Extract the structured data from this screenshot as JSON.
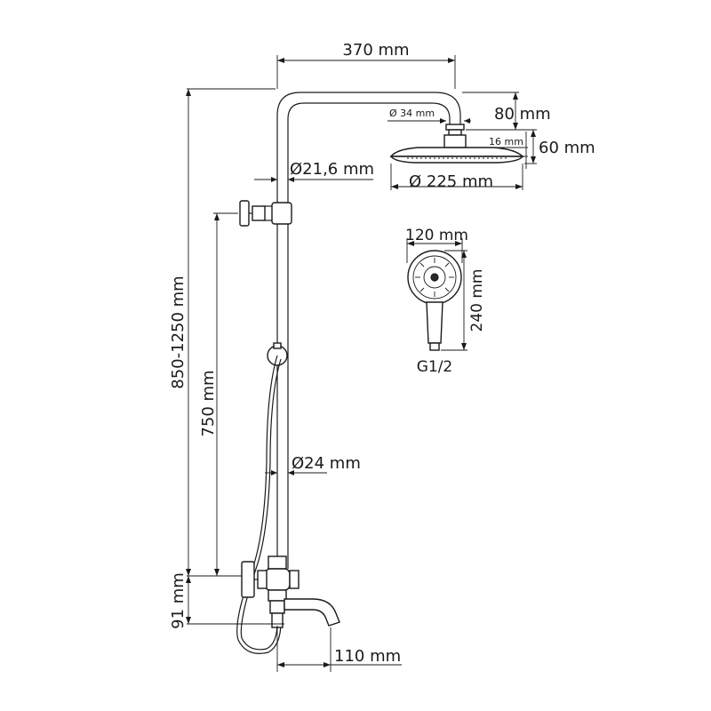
{
  "dimensions": {
    "top_width": "370 mm",
    "head_drop": "80 mm",
    "connector_diameter": "Ø 34 mm",
    "head_thickness": "16 mm",
    "head_height": "60 mm",
    "upper_pipe_diameter": "Ø21,6 mm",
    "head_diameter": "Ø 225 mm",
    "hand_shower_width": "120 mm",
    "hand_shower_length": "240 mm",
    "hand_shower_thread": "G1/2",
    "total_height": "850-1250 mm",
    "holder_height": "750 mm",
    "lower_pipe_diameter": "Ø24 mm",
    "mixer_height": "91 mm",
    "spout_length": "110 mm"
  }
}
